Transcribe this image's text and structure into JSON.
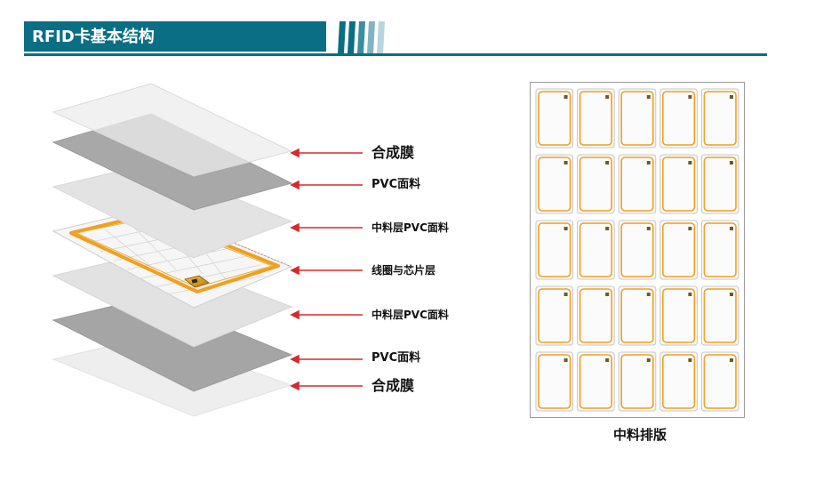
{
  "title": "RFID卡基本结构",
  "layers": [
    {
      "label": "合成膜",
      "size": "lg"
    },
    {
      "label": "PVC面料",
      "size": "md"
    },
    {
      "label": "中料层PVC面料",
      "size": "sm"
    },
    {
      "label": "线圈与芯片层",
      "size": "sm"
    },
    {
      "label": "中料层PVC面料",
      "size": "sm"
    },
    {
      "label": "PVC面料",
      "size": "md"
    },
    {
      "label": "合成膜",
      "size": "lg"
    }
  ],
  "sheet": {
    "caption": "中料排版",
    "rows": 5,
    "cols": 5
  },
  "colors": {
    "accent": "#0a6f84",
    "arrow": "#d9282f",
    "coil": "#f0a020"
  }
}
